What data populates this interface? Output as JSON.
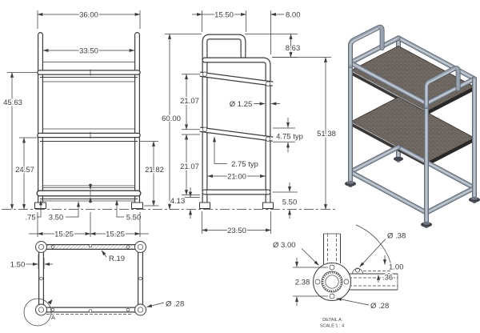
{
  "document": {
    "type": "engineering-drawing",
    "subject": "two-shelf tubular utility cart, four views with 3D render"
  },
  "theme": {
    "bg": "#ffffff",
    "line": "#3c3c3c",
    "dim_text": "#3c3c3c",
    "tube_dark": "#5d6570",
    "tube_mid": "#9aa4b1",
    "tube_light": "#c9d0d8",
    "shelf_top": "#6f6862",
    "shelf_speck": "#585049",
    "shelf_edge_front": "#3a3734",
    "shelf_edge_side": "#2a2826",
    "foot_dark": "#42464c"
  },
  "front_view": {
    "dims": {
      "overall_width": "36.00",
      "inner_width": "33.50",
      "overall_height": "45.63",
      "lower_height": "24.57",
      "right_height": "21.82",
      "foot_inset": ".75",
      "caster_offset": "3.50",
      "rail_offset": "5.50",
      "left_half_span": "15.25",
      "right_half_span": "15.25"
    }
  },
  "side_view": {
    "dims": {
      "handle_length": "15.50",
      "handle_setback": "8.00",
      "handle_rise": "8.63",
      "upper_shelf_gap": "21.07",
      "overall_height": "60.00",
      "tube_diameter": "Ø 1.25",
      "lower_shelf_gap": "21.07",
      "shelf_depth_typ": "4.75 typ",
      "shelf_lip_typ": "2.75 typ",
      "inner_depth": "21.00",
      "foot_clearance": "4.13",
      "rail_height": "5.50",
      "overall_depth": "23.50",
      "frame_height": "51.38"
    }
  },
  "top_view": {
    "dims": {
      "tube_inset": "1.50",
      "corner_radius": "R.19",
      "hole_diameter": "Ø .28"
    },
    "detail_callout": "A"
  },
  "detail_view": {
    "dims": {
      "flange_diameter": "Ø 3.00",
      "bolt_circle": "2.38",
      "tab_hole_diameter": "Ø .38",
      "hole_offset": "1.00",
      "edge_offset": ".36",
      "bolt_hole_diameter": "Ø .28"
    },
    "label": "DETAIL A",
    "scale_note": "SCALE 1 : 4"
  }
}
